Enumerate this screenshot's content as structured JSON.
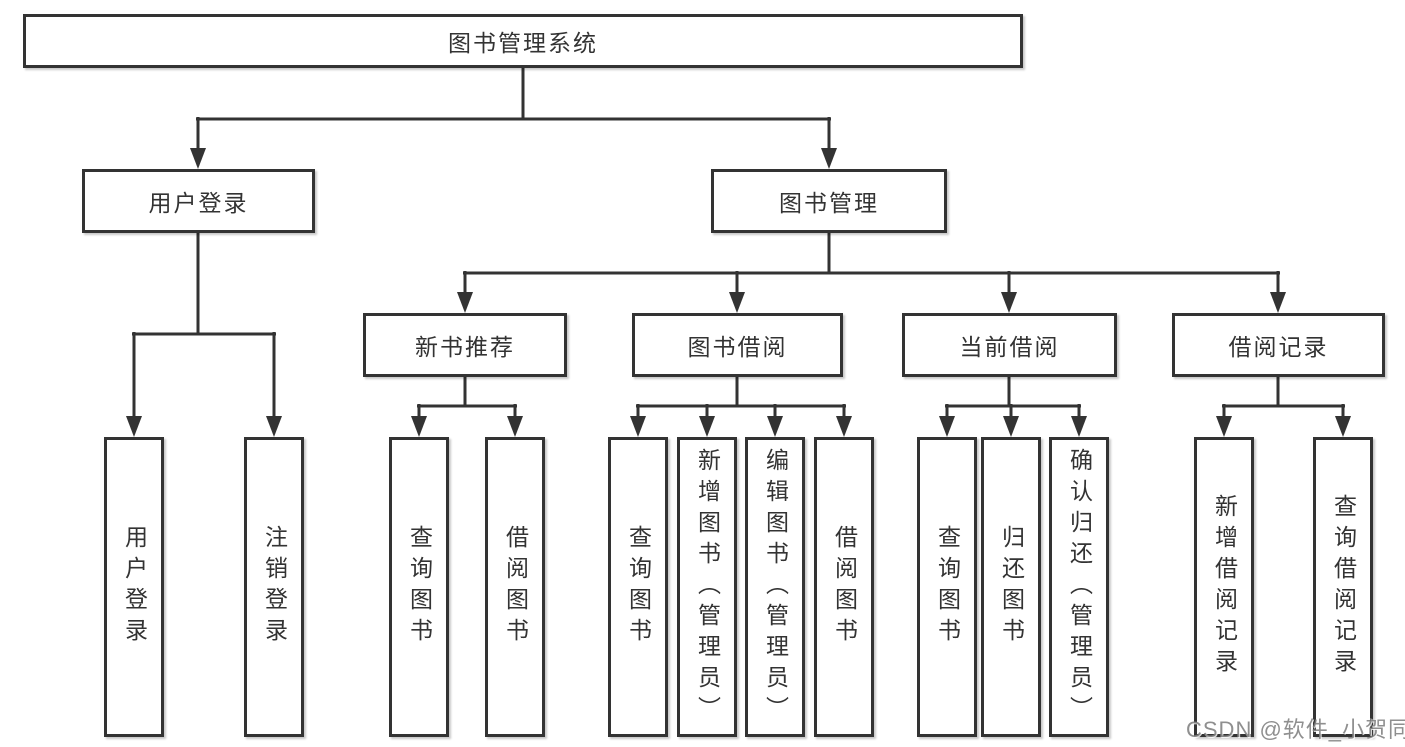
{
  "tree": {
    "root": {
      "label": "图书管理系统",
      "children": [
        {
          "label": "用户登录",
          "children": [
            {
              "label": "用户登录"
            },
            {
              "label": "注销登录"
            }
          ]
        },
        {
          "label": "图书管理",
          "children": [
            {
              "label": "新书推荐",
              "children": [
                {
                  "label": "查询图书"
                },
                {
                  "label": "借阅图书"
                }
              ]
            },
            {
              "label": "图书借阅",
              "children": [
                {
                  "label": "查询图书"
                },
                {
                  "label": "新增图书（管理员）"
                },
                {
                  "label": "编辑图书（管理员）"
                },
                {
                  "label": "借阅图书"
                }
              ]
            },
            {
              "label": "当前借阅",
              "children": [
                {
                  "label": "查询图书"
                },
                {
                  "label": "归还图书"
                },
                {
                  "label": "确认归还（管理员）"
                }
              ]
            },
            {
              "label": "借阅记录",
              "children": [
                {
                  "label": "新增借阅记录"
                },
                {
                  "label": "查询借阅记录"
                }
              ]
            }
          ]
        }
      ]
    }
  },
  "watermark": {
    "text": "CSDN @软件_小贺同学"
  },
  "colors": {
    "line": "#333333",
    "box_border": "#333333",
    "text": "#333333",
    "background": "#ffffff",
    "watermark": "#808080"
  }
}
